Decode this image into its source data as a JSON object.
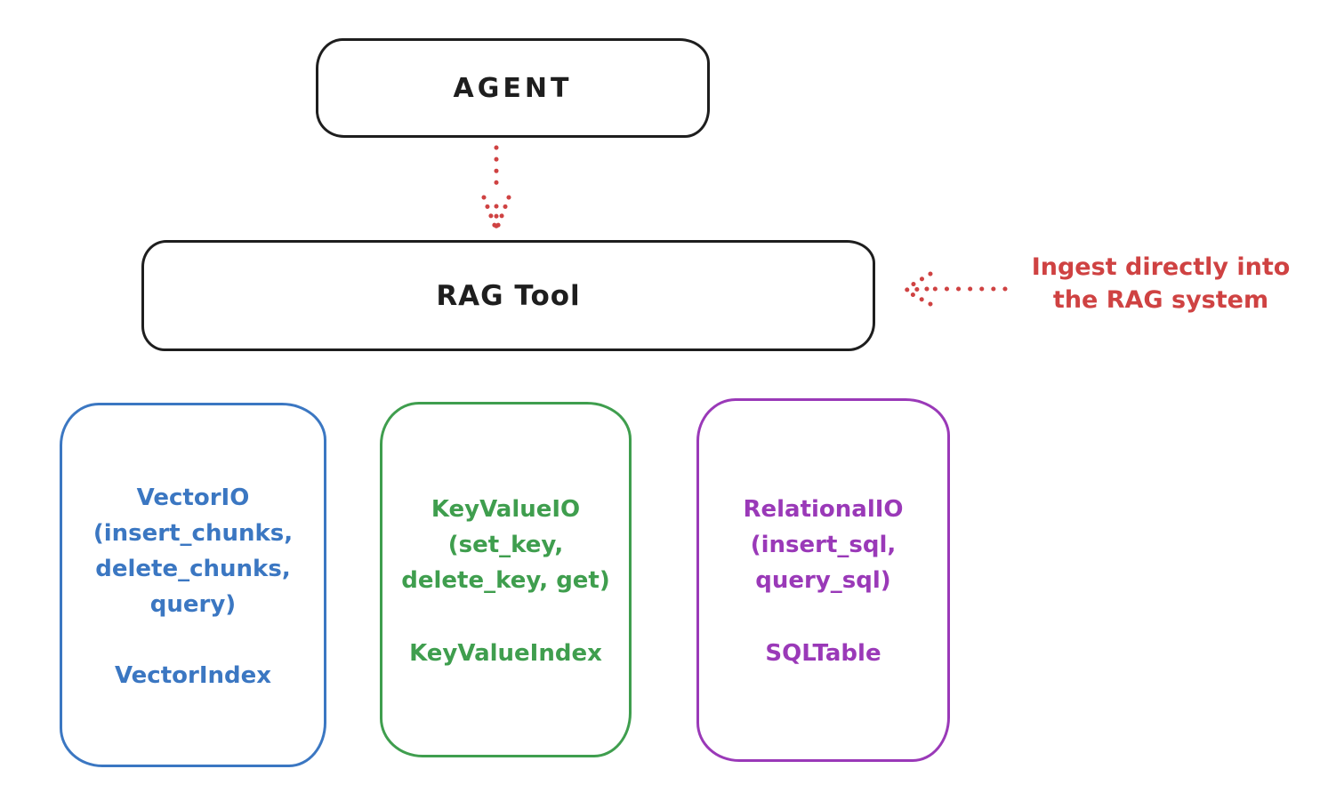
{
  "colors": {
    "ink": "#1e1e1e",
    "red": "#cf4242",
    "blue": "#3b77c2",
    "green": "#3f9e4e",
    "purple": "#9a39b8"
  },
  "agent": {
    "label": "AGENT"
  },
  "rag_tool": {
    "label": "RAG Tool"
  },
  "annotation": {
    "line1": "Ingest directly into",
    "line2": "the RAG system"
  },
  "backends": [
    {
      "name": "vector-io",
      "lines": [
        "VectorIO",
        "(insert_chunks,",
        "delete_chunks,",
        "query)"
      ],
      "index": "VectorIndex"
    },
    {
      "name": "keyvalue-io",
      "lines": [
        "KeyValueIO",
        "(set_key,",
        "delete_key, get)"
      ],
      "index": "KeyValueIndex"
    },
    {
      "name": "relational-io",
      "lines": [
        "RelationalIO",
        "(insert_sql,",
        "query_sql)"
      ],
      "index": "SQLTable"
    }
  ]
}
